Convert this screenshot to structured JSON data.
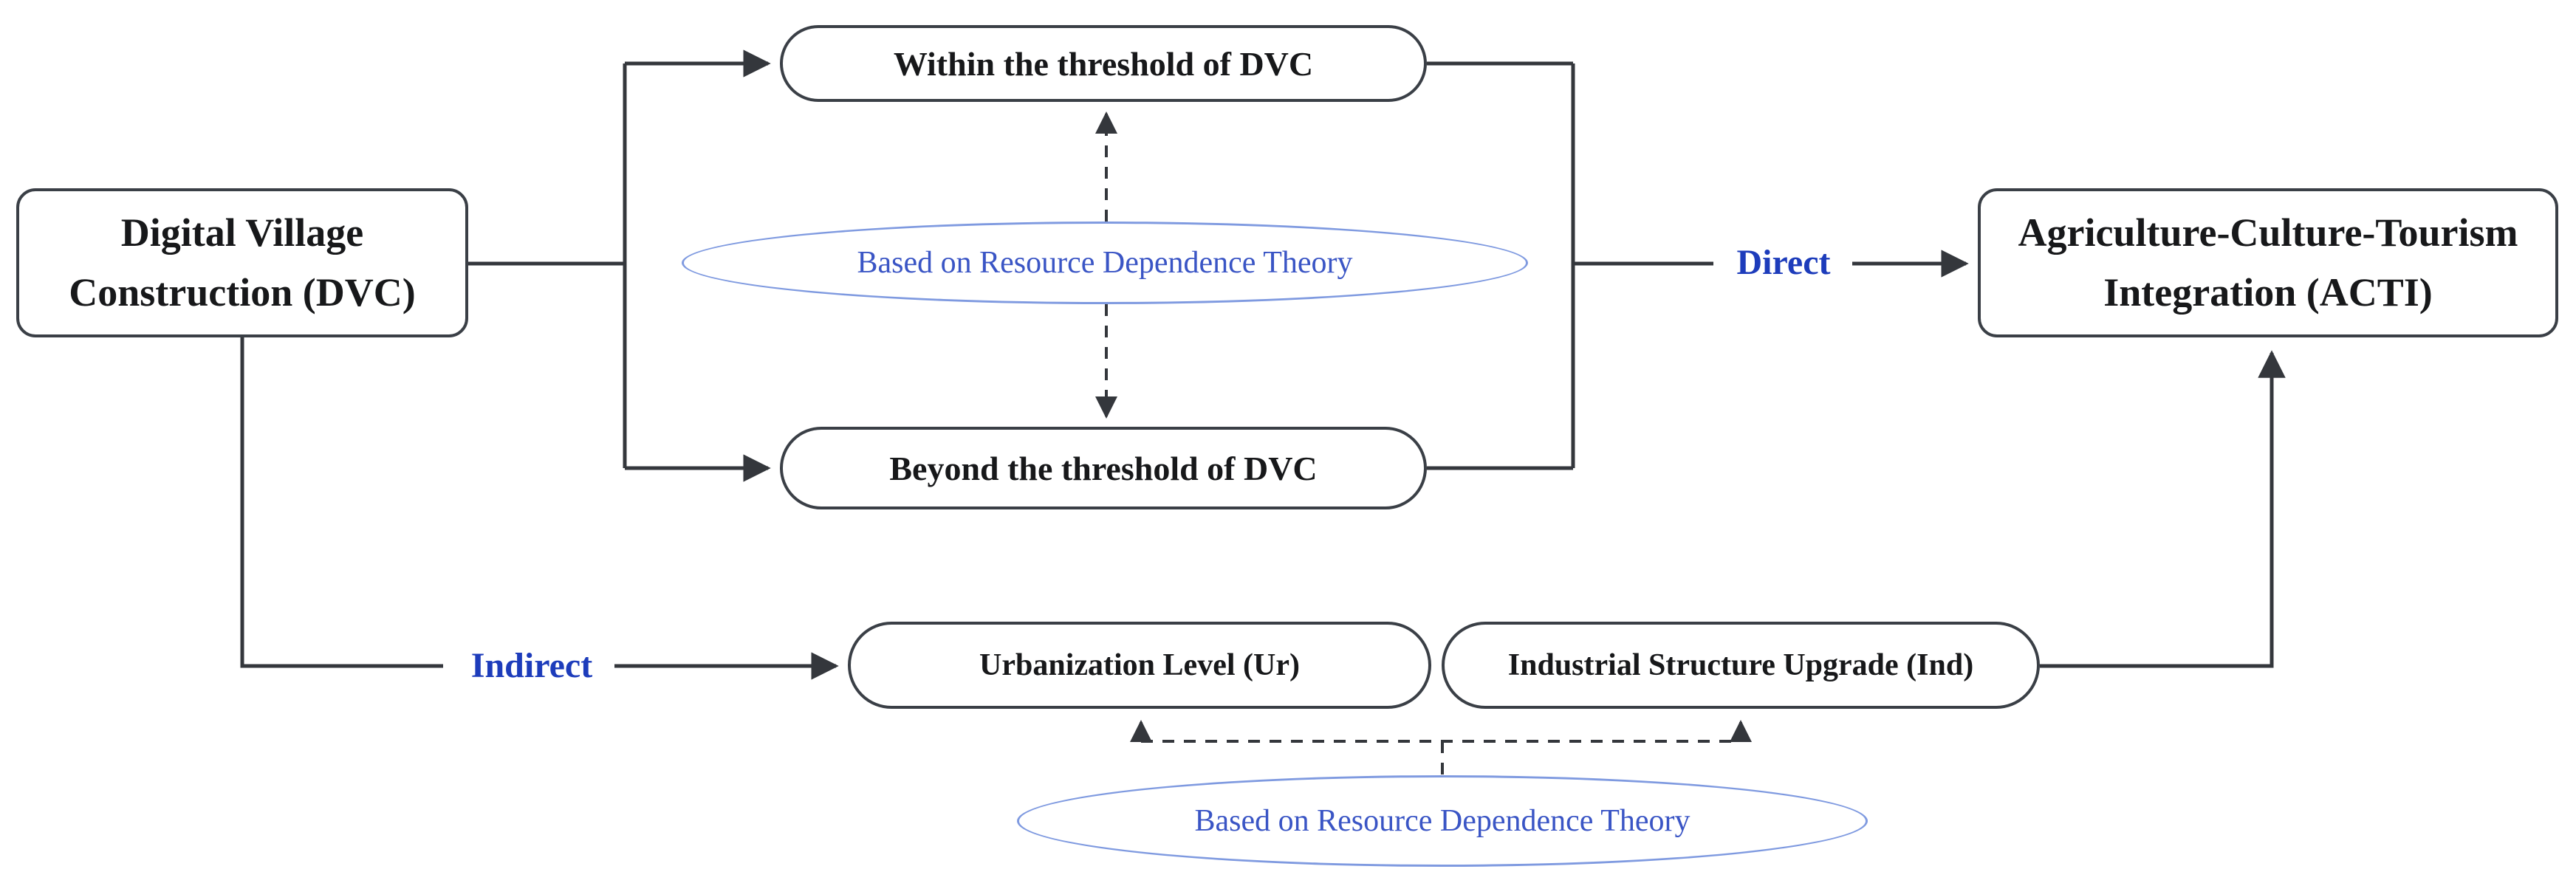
{
  "figure": {
    "type": "flow-diagram",
    "background": "#ffffff"
  },
  "colors": {
    "node_border": "#3a3f46",
    "node_text": "#17181a",
    "line": "#34373c",
    "accent_blue": "#1d3cbb",
    "ellipse_stroke": "#7f9ae0",
    "ellipse_text": "#3a55c5"
  },
  "nodes": {
    "dvc": {
      "label": "Digital Village\nConstruction (DVC)"
    },
    "acti": {
      "label": "Agriculture-Culture-Tourism\nIntegration (ACTI)"
    },
    "within": {
      "label": "Within the threshold of DVC"
    },
    "beyond": {
      "label": "Beyond the threshold of DVC"
    },
    "urbanization": {
      "label": "Urbanization Level (Ur)"
    },
    "industrial": {
      "label": "Industrial Structure Upgrade (Ind)"
    },
    "theory_upper": {
      "label": "Based on Resource Dependence Theory"
    },
    "theory_lower": {
      "label": "Based on Resource Dependence Theory"
    }
  },
  "edge_labels": {
    "direct": "Direct",
    "indirect": "Indirect"
  }
}
